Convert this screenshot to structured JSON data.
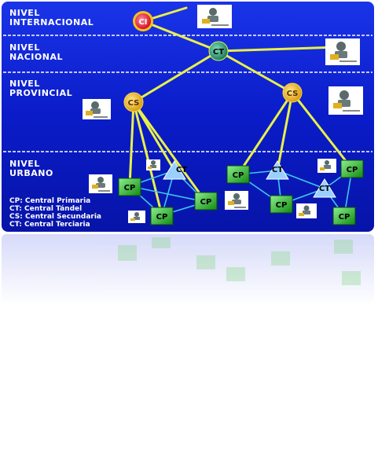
{
  "levels": [
    {
      "line1": "NIVEL",
      "line2": "INTERNACIONAL"
    },
    {
      "line1": "NIVEL",
      "line2": "NACIONAL"
    },
    {
      "line1": "NIVEL",
      "line2": "PROVINCIAL"
    },
    {
      "line1": "NIVEL",
      "line2": "URBANO"
    }
  ],
  "node_labels": {
    "ci": "CI",
    "ct": "CT",
    "cs": "CS",
    "cp": "CP"
  },
  "legend": [
    "CP: Central Primaria",
    "CT: Central Tándel",
    "CS: Central Secundaria",
    "CT: Central Terciaria"
  ],
  "icon_names": [
    "operator-icon"
  ],
  "colors": {
    "background": "#0b1fd6",
    "background_light": "#2a47ee",
    "trunk_line": "#e8f04a",
    "local_line": "#3ec6f0",
    "cp_node": "#22b322",
    "ct_node": "#9ad0ff",
    "cs_node": "#f2c21a",
    "ci_node": "#e8203a"
  }
}
